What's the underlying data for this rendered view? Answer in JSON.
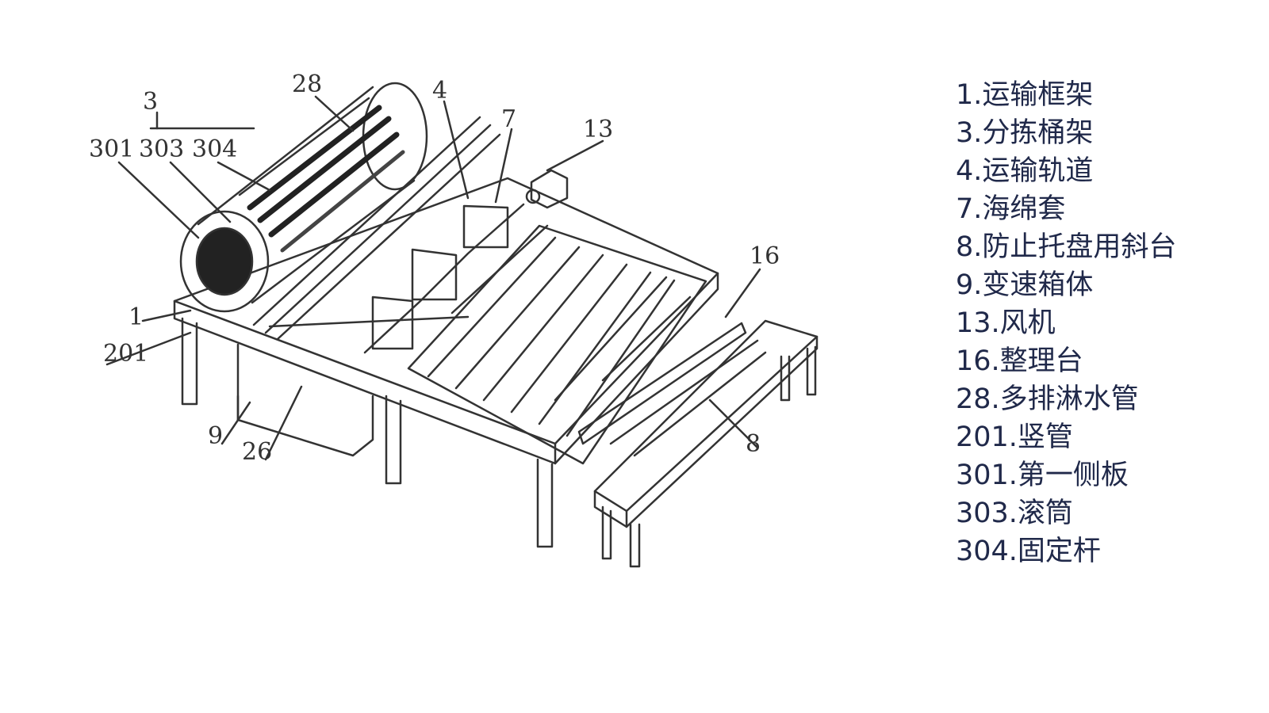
{
  "callouts": {
    "c1": "1",
    "c3": "3",
    "c301": "301",
    "c303": "303",
    "c304": "304",
    "c28": "28",
    "c4": "4",
    "c7": "7",
    "c13": "13",
    "c16": "16",
    "c201": "201",
    "c9": "9",
    "c26": "26",
    "c8": "8"
  },
  "legend": [
    "1.运输框架",
    "3.分拣桶架",
    "4.运输轨道",
    "7.海绵套",
    "8.防止托盘用斜台",
    "9.变速箱体",
    "13.风机",
    "16.整理台",
    "28.多排淋水管",
    "201.竖管",
    "301.第一侧板",
    "303.滚筒",
    "304.固定杆"
  ],
  "colors": {
    "line": "#333333",
    "legend_text": "#20294a",
    "background": "#ffffff"
  }
}
